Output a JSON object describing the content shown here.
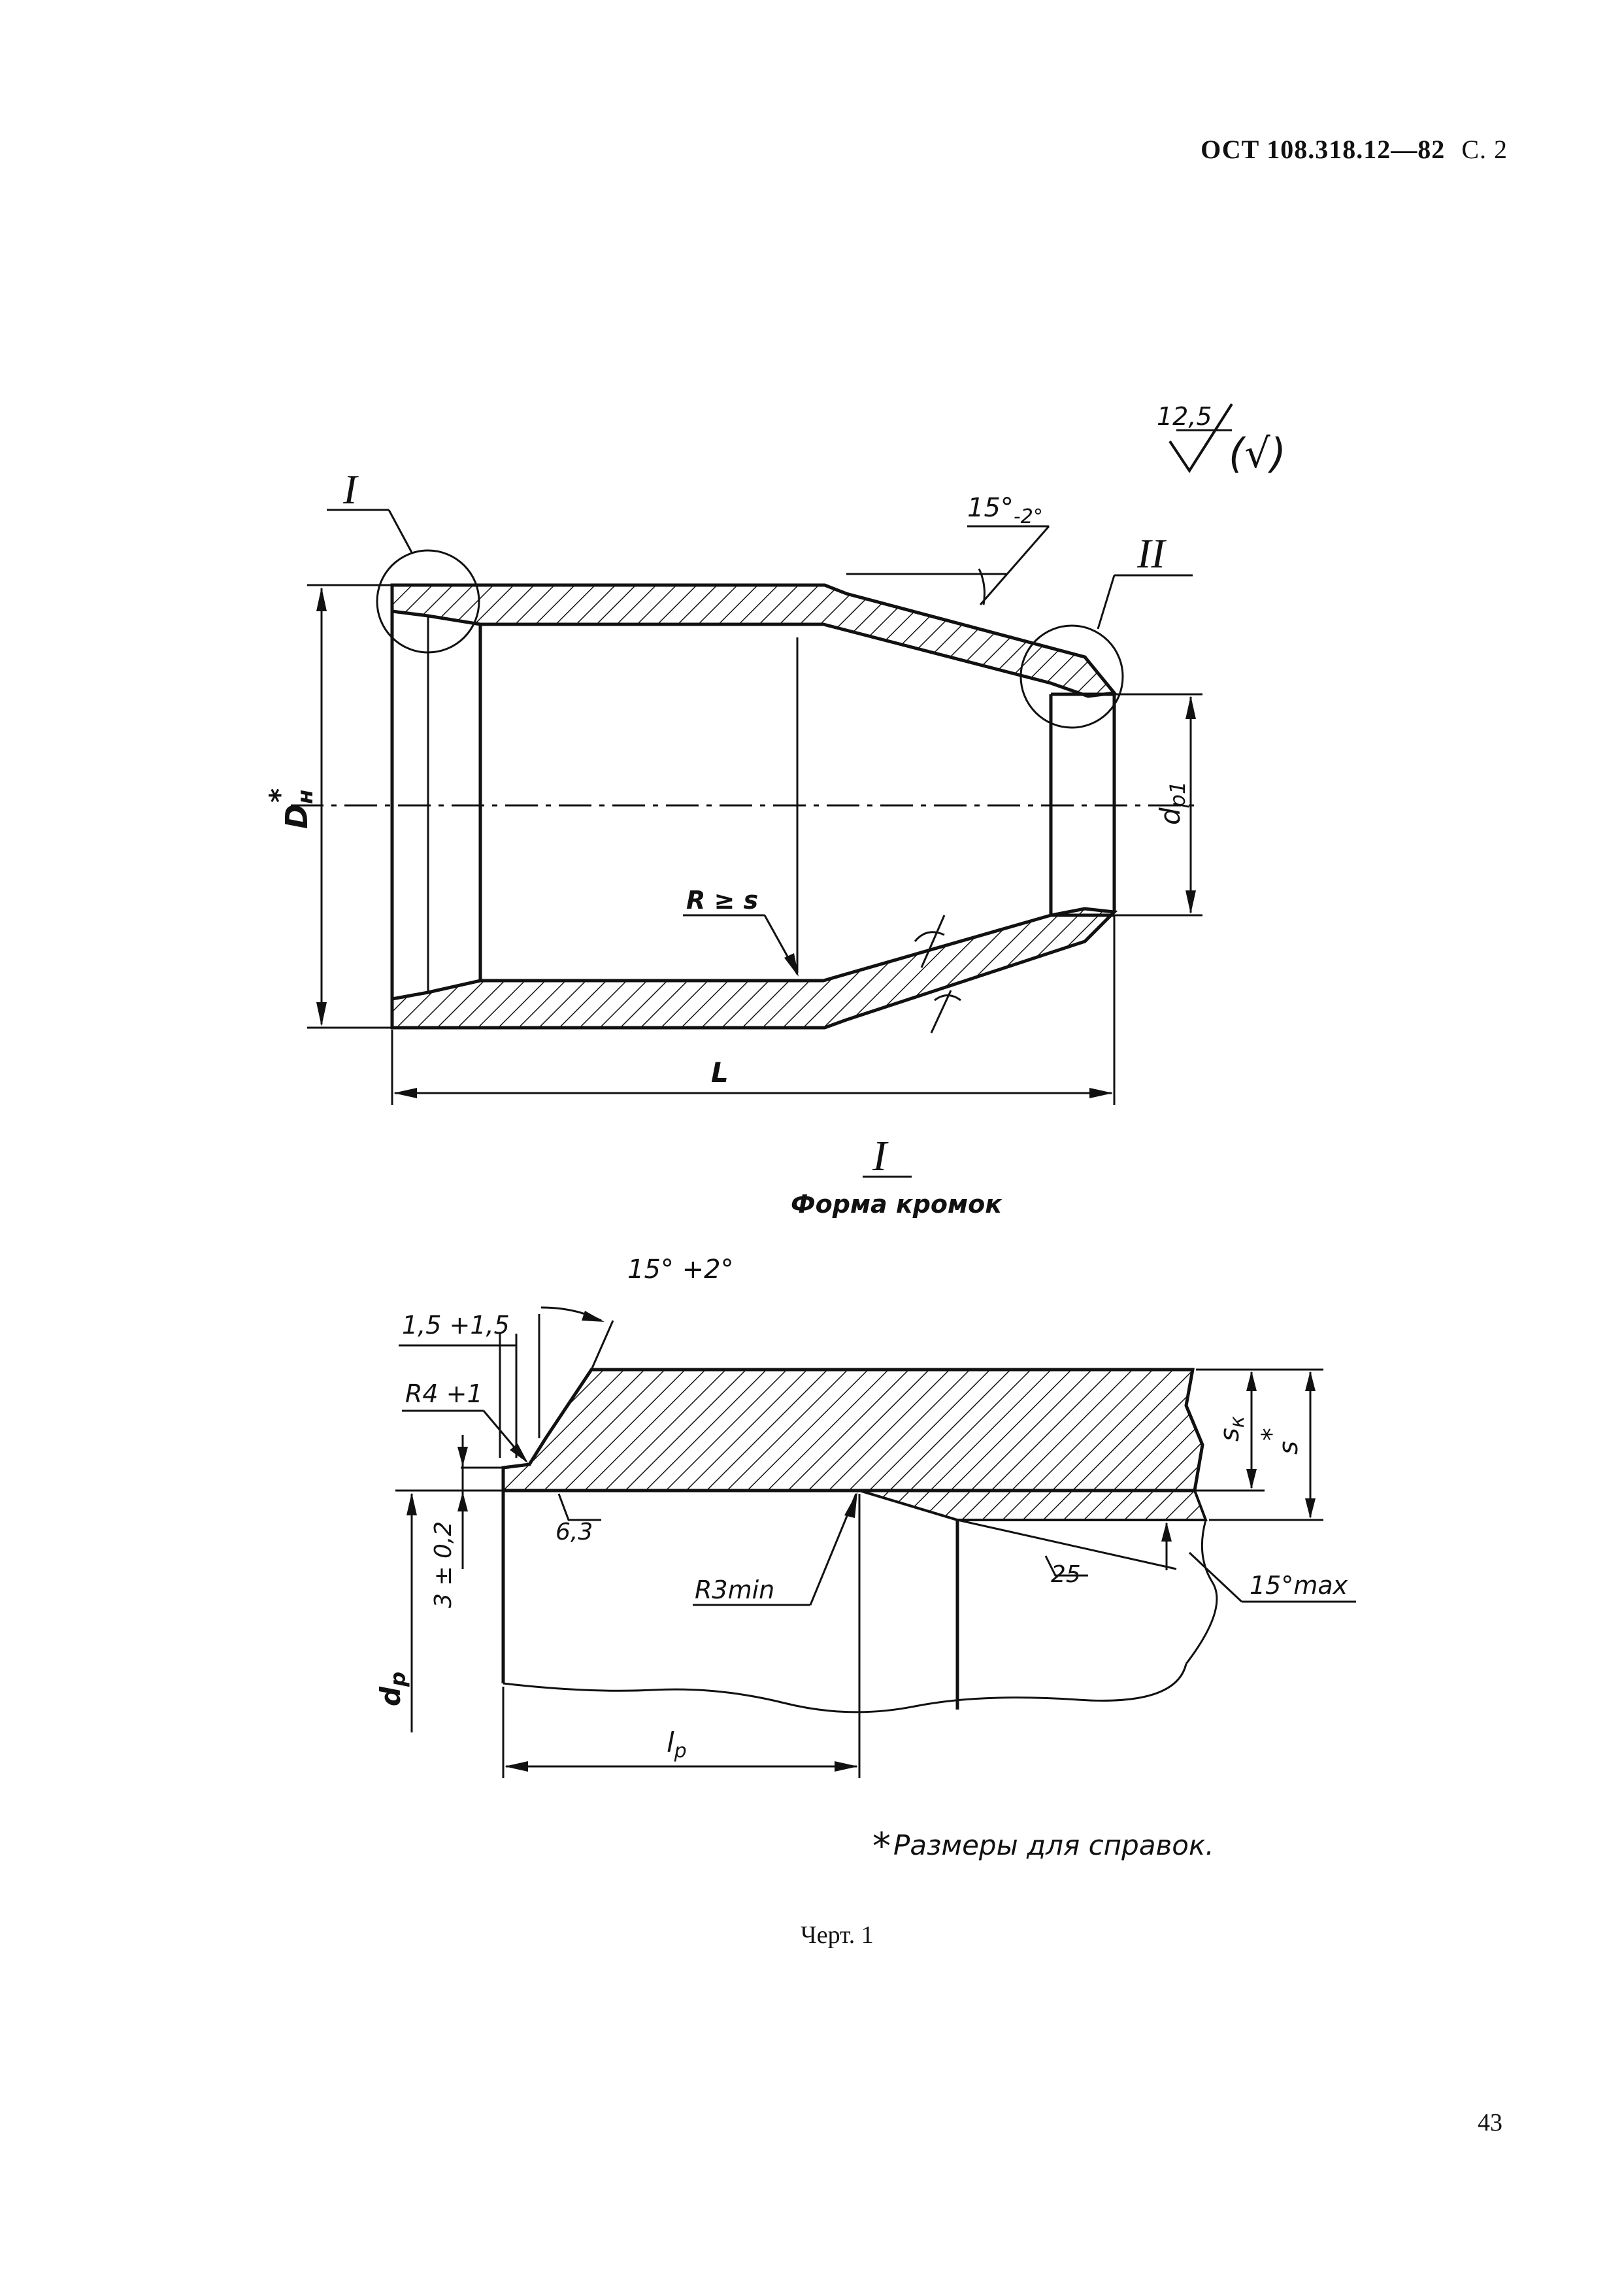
{
  "header": {
    "doc_code": "ОСТ 108.318.12—82",
    "page_ref": "С. 2"
  },
  "roughness": {
    "value": "12,5"
  },
  "main_view": {
    "callout_detail_1": "I",
    "callout_detail_2": "II",
    "angle": "15°",
    "angle_tol": "-2°",
    "dim_outer": "D",
    "dim_outer_sub": "н",
    "dim_outer_star": "*",
    "dim_bore": "d",
    "dim_bore_sub": "p1",
    "radius_note": "R ≥ s",
    "length": "L"
  },
  "detail_view": {
    "title": "I",
    "subtitle": "Форма кромок",
    "angle": "15° +2°",
    "land": "1,5 +1,5",
    "radius": "R4 +1",
    "root_face": "3 ± 0,2",
    "finish_1": "6,3",
    "finish_2": "25",
    "radius_min": "R3min",
    "taper_max": "15°max",
    "dim_sk": "s",
    "dim_sk_sub": "к",
    "dim_s": "s",
    "dim_s_star": "*",
    "dim_dp": "d",
    "dim_dp_sub": "р",
    "dim_lp": "l",
    "dim_lp_sub": "р"
  },
  "footnote": "Размеры для справок.",
  "footnote_mark": "*",
  "caption": "Черт. 1",
  "page_number": "43"
}
